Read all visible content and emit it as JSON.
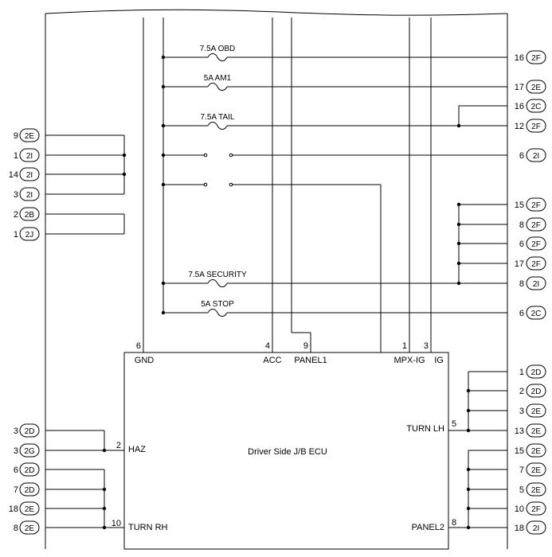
{
  "ecu": {
    "title": "Driver Side J/B ECU",
    "top_pins": [
      {
        "pin": "6",
        "name": "GND"
      },
      {
        "pin": "4",
        "name": "ACC"
      },
      {
        "pin": "9",
        "name": "PANEL1"
      },
      {
        "pin": "1",
        "name": "MPX-IG"
      },
      {
        "pin": "3",
        "name": "IG"
      }
    ],
    "left_pins": [
      {
        "pin": "2",
        "name": "HAZ"
      },
      {
        "pin": "10",
        "name": "TURN RH"
      }
    ],
    "right_pins": [
      {
        "pin": "5",
        "name": "TURN LH"
      },
      {
        "pin": "8",
        "name": "PANEL2"
      }
    ]
  },
  "fuses": [
    {
      "label": "7.5A OBD"
    },
    {
      "label": "5A AM1"
    },
    {
      "label": "7.5A TAIL"
    },
    {
      "label": "7.5A SECURITY"
    },
    {
      "label": "5A STOP"
    }
  ],
  "right_connectors": [
    {
      "pin": "16",
      "conn": "2F"
    },
    {
      "pin": "17",
      "conn": "2E"
    },
    {
      "pin": "16",
      "conn": "2C"
    },
    {
      "pin": "12",
      "conn": "2F"
    },
    {
      "pin": "6",
      "conn": "2I"
    },
    {
      "pin": "15",
      "conn": "2F"
    },
    {
      "pin": "8",
      "conn": "2F"
    },
    {
      "pin": "6",
      "conn": "2F"
    },
    {
      "pin": "17",
      "conn": "2F"
    },
    {
      "pin": "8",
      "conn": "2I"
    },
    {
      "pin": "6",
      "conn": "2C"
    },
    {
      "pin": "1",
      "conn": "2D"
    },
    {
      "pin": "2",
      "conn": "2D"
    },
    {
      "pin": "3",
      "conn": "2E"
    },
    {
      "pin": "13",
      "conn": "2E"
    },
    {
      "pin": "15",
      "conn": "2E"
    },
    {
      "pin": "7",
      "conn": "2E"
    },
    {
      "pin": "5",
      "conn": "2E"
    },
    {
      "pin": "10",
      "conn": "2F"
    },
    {
      "pin": "18",
      "conn": "2I"
    }
  ],
  "left_connectors": [
    {
      "pin": "9",
      "conn": "2E"
    },
    {
      "pin": "1",
      "conn": "2I"
    },
    {
      "pin": "14",
      "conn": "2I"
    },
    {
      "pin": "3",
      "conn": "2I"
    },
    {
      "pin": "2",
      "conn": "2B"
    },
    {
      "pin": "1",
      "conn": "2J"
    },
    {
      "pin": "3",
      "conn": "2D"
    },
    {
      "pin": "3",
      "conn": "2G"
    },
    {
      "pin": "6",
      "conn": "2D"
    },
    {
      "pin": "7",
      "conn": "2D"
    },
    {
      "pin": "18",
      "conn": "2E"
    },
    {
      "pin": "8",
      "conn": "2E"
    }
  ]
}
